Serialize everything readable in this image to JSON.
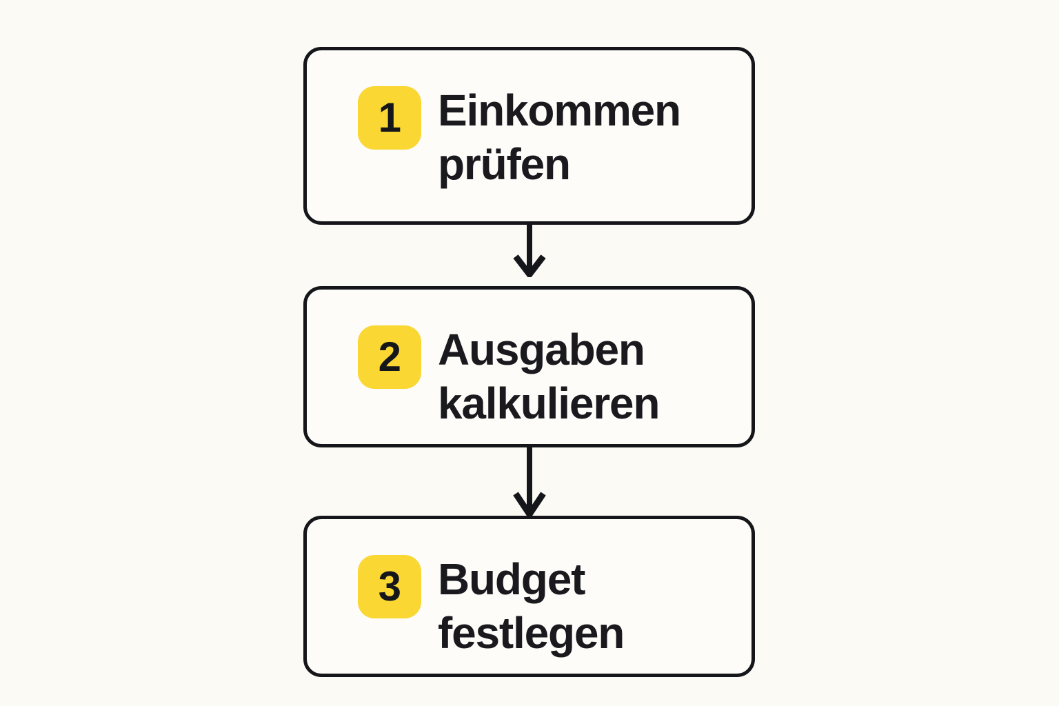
{
  "theme": {
    "background_color": "#FCFAF5",
    "box_fill_color": "#FDFCF9",
    "box_border_color": "#15161A",
    "badge_color": "#FAD733",
    "text_color": "#1A1A1E",
    "arrow_color": "#15161A"
  },
  "diagram": {
    "type": "vertical-flowchart",
    "direction": "top-to-bottom",
    "step_count": 3,
    "steps": [
      {
        "number": "1",
        "label": "Einkommen\nprüfen"
      },
      {
        "number": "2",
        "label": "Ausgaben\nkalkulieren"
      },
      {
        "number": "3",
        "label": "Budget\nfestlegen"
      }
    ],
    "connectors": [
      {
        "from": "1",
        "to": "2",
        "glyph": "down-arrow"
      },
      {
        "from": "2",
        "to": "3",
        "glyph": "down-arrow"
      }
    ]
  }
}
